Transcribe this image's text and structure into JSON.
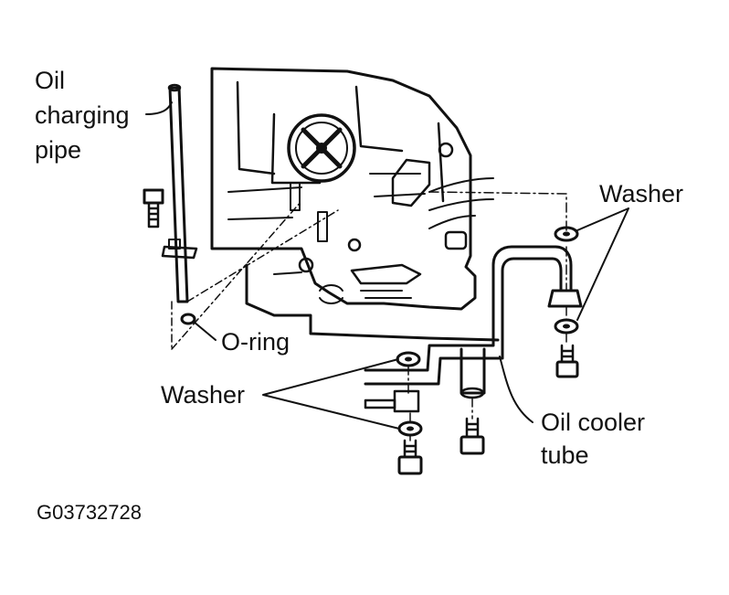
{
  "labels": {
    "oil_charging_pipe": [
      "Oil",
      "charging",
      "pipe"
    ],
    "washer_right": "Washer",
    "o_ring": "O-ring",
    "washer_left": "Washer",
    "oil_cooler_tube": [
      "Oil cooler",
      "tube"
    ],
    "figure_code": "G03732728"
  }
}
